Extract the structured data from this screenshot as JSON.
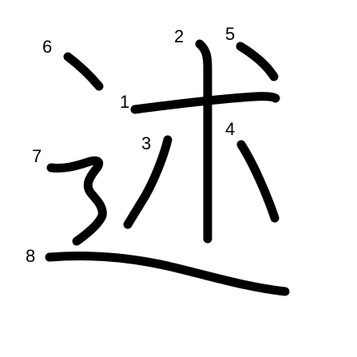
{
  "character": "述",
  "stroke_color": "#000000",
  "background_color": "#ffffff",
  "stroke_order_labels": [
    "1",
    "2",
    "3",
    "4",
    "5",
    "6",
    "7",
    "8"
  ]
}
